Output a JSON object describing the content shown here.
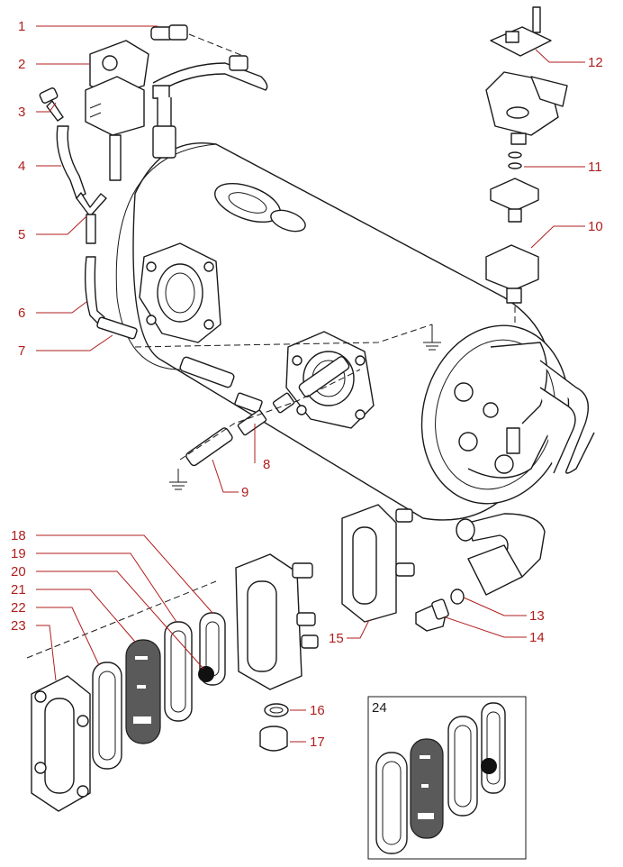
{
  "callouts": [
    {
      "id": "1",
      "label": "1"
    },
    {
      "id": "2",
      "label": "2"
    },
    {
      "id": "3",
      "label": "3"
    },
    {
      "id": "4",
      "label": "4"
    },
    {
      "id": "5",
      "label": "5"
    },
    {
      "id": "6",
      "label": "6"
    },
    {
      "id": "7",
      "label": "7"
    },
    {
      "id": "8",
      "label": "8"
    },
    {
      "id": "9",
      "label": "9"
    },
    {
      "id": "10",
      "label": "10"
    },
    {
      "id": "11",
      "label": "11"
    },
    {
      "id": "12",
      "label": "12"
    },
    {
      "id": "13",
      "label": "13"
    },
    {
      "id": "14",
      "label": "14"
    },
    {
      "id": "15",
      "label": "15"
    },
    {
      "id": "16",
      "label": "16"
    },
    {
      "id": "17",
      "label": "17"
    },
    {
      "id": "18",
      "label": "18"
    },
    {
      "id": "19",
      "label": "19"
    },
    {
      "id": "20",
      "label": "20"
    },
    {
      "id": "21",
      "label": "21"
    },
    {
      "id": "22",
      "label": "22"
    },
    {
      "id": "23",
      "label": "23"
    },
    {
      "id": "24",
      "label": "24"
    }
  ],
  "colors": {
    "callout": "#b01e1e",
    "line": "#1a1a1a",
    "gasket_dark": "#5a5a5a",
    "ball": "#111111"
  }
}
